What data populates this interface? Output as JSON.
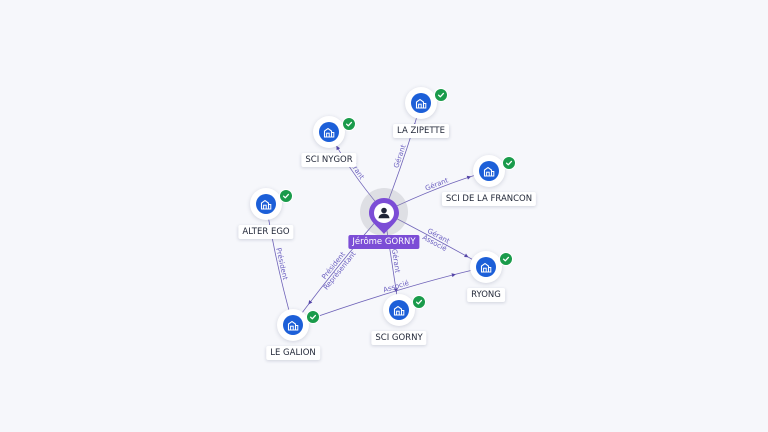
{
  "center": {
    "label": "Jérôme GORNY",
    "icon": "person-icon",
    "color": "#7c4dd6"
  },
  "companies": [
    {
      "id": "la-zipette",
      "label": "LA ZIPETTE",
      "icon": "building-icon",
      "verified": true
    },
    {
      "id": "sci-nygor",
      "label": "SCI NYGOR",
      "icon": "building-icon",
      "verified": true
    },
    {
      "id": "sci-de-la-francon",
      "label": "SCI DE LA FRANCON",
      "icon": "building-icon",
      "verified": true
    },
    {
      "id": "alter-ego",
      "label": "ALTER EGO",
      "icon": "building-icon",
      "verified": true
    },
    {
      "id": "ryong",
      "label": "RYONG",
      "icon": "building-icon",
      "verified": true
    },
    {
      "id": "sci-gorny",
      "label": "SCI GORNY",
      "icon": "building-icon",
      "verified": true
    },
    {
      "id": "le-galion",
      "label": "LE GALION",
      "icon": "building-icon",
      "verified": true
    }
  ],
  "edges": [
    {
      "from": "center",
      "to": "la-zipette",
      "label": "Gérant"
    },
    {
      "from": "center",
      "to": "sci-nygor",
      "label": "Gérant"
    },
    {
      "from": "center",
      "to": "sci-de-la-francon",
      "label": "Gérant"
    },
    {
      "from": "center",
      "to": "ryong",
      "label": "Gérant Associé"
    },
    {
      "from": "center",
      "to": "sci-gorny",
      "label": "Gérant"
    },
    {
      "from": "center",
      "to": "le-galion",
      "label": "Président Représentant"
    },
    {
      "from": "le-galion",
      "to": "alter-ego",
      "label": "Président"
    },
    {
      "from": "le-galion",
      "to": "ryong",
      "label": "Associé"
    }
  ],
  "colors": {
    "company": "#1c5fd8",
    "verified": "#1a9b4b",
    "edge": "#6f63b8",
    "background": "#f6f7fb"
  }
}
